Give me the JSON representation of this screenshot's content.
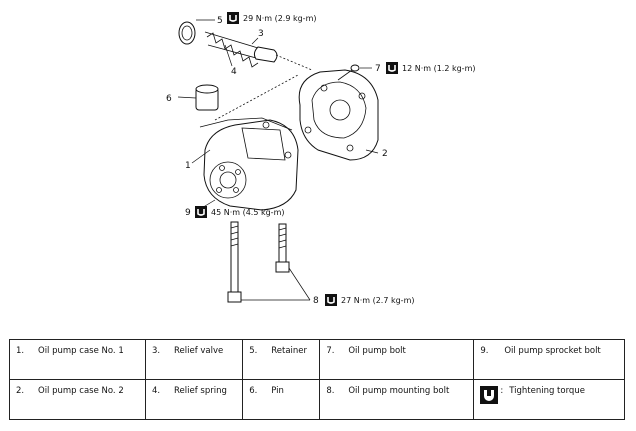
{
  "callouts": {
    "c1": "1",
    "c2": "2",
    "c3": "3",
    "c4": "4",
    "c5": "5",
    "c6": "6",
    "c7": "7",
    "c8": "8",
    "c9": "9"
  },
  "torques": {
    "t5": "29 N·m (2.9 kg-m)",
    "t7": "12 N·m (1.2 kg-m)",
    "t9": "45 N·m (4.5 kg-m)",
    "t8": "27 N·m (2.7 kg-m)"
  },
  "legend": {
    "rows": [
      [
        {
          "num": "1.",
          "text": "Oil pump case No. 1"
        },
        {
          "num": "3.",
          "text": "Relief valve"
        },
        {
          "num": "5.",
          "text": "Retainer"
        },
        {
          "num": "7.",
          "text": "Oil pump bolt"
        },
        {
          "num": "9.",
          "text": "Oil pump sprocket bolt"
        }
      ],
      [
        {
          "num": "2.",
          "text": "Oil pump case No. 2"
        },
        {
          "num": "4.",
          "text": "Relief spring"
        },
        {
          "num": "6.",
          "text": "Pin"
        },
        {
          "num": "8.",
          "text": "Oil pump mounting bolt"
        },
        {
          "num": "",
          "text": "Tightening torque"
        }
      ]
    ]
  },
  "icons": {
    "torque": "tightening-torque-icon"
  }
}
